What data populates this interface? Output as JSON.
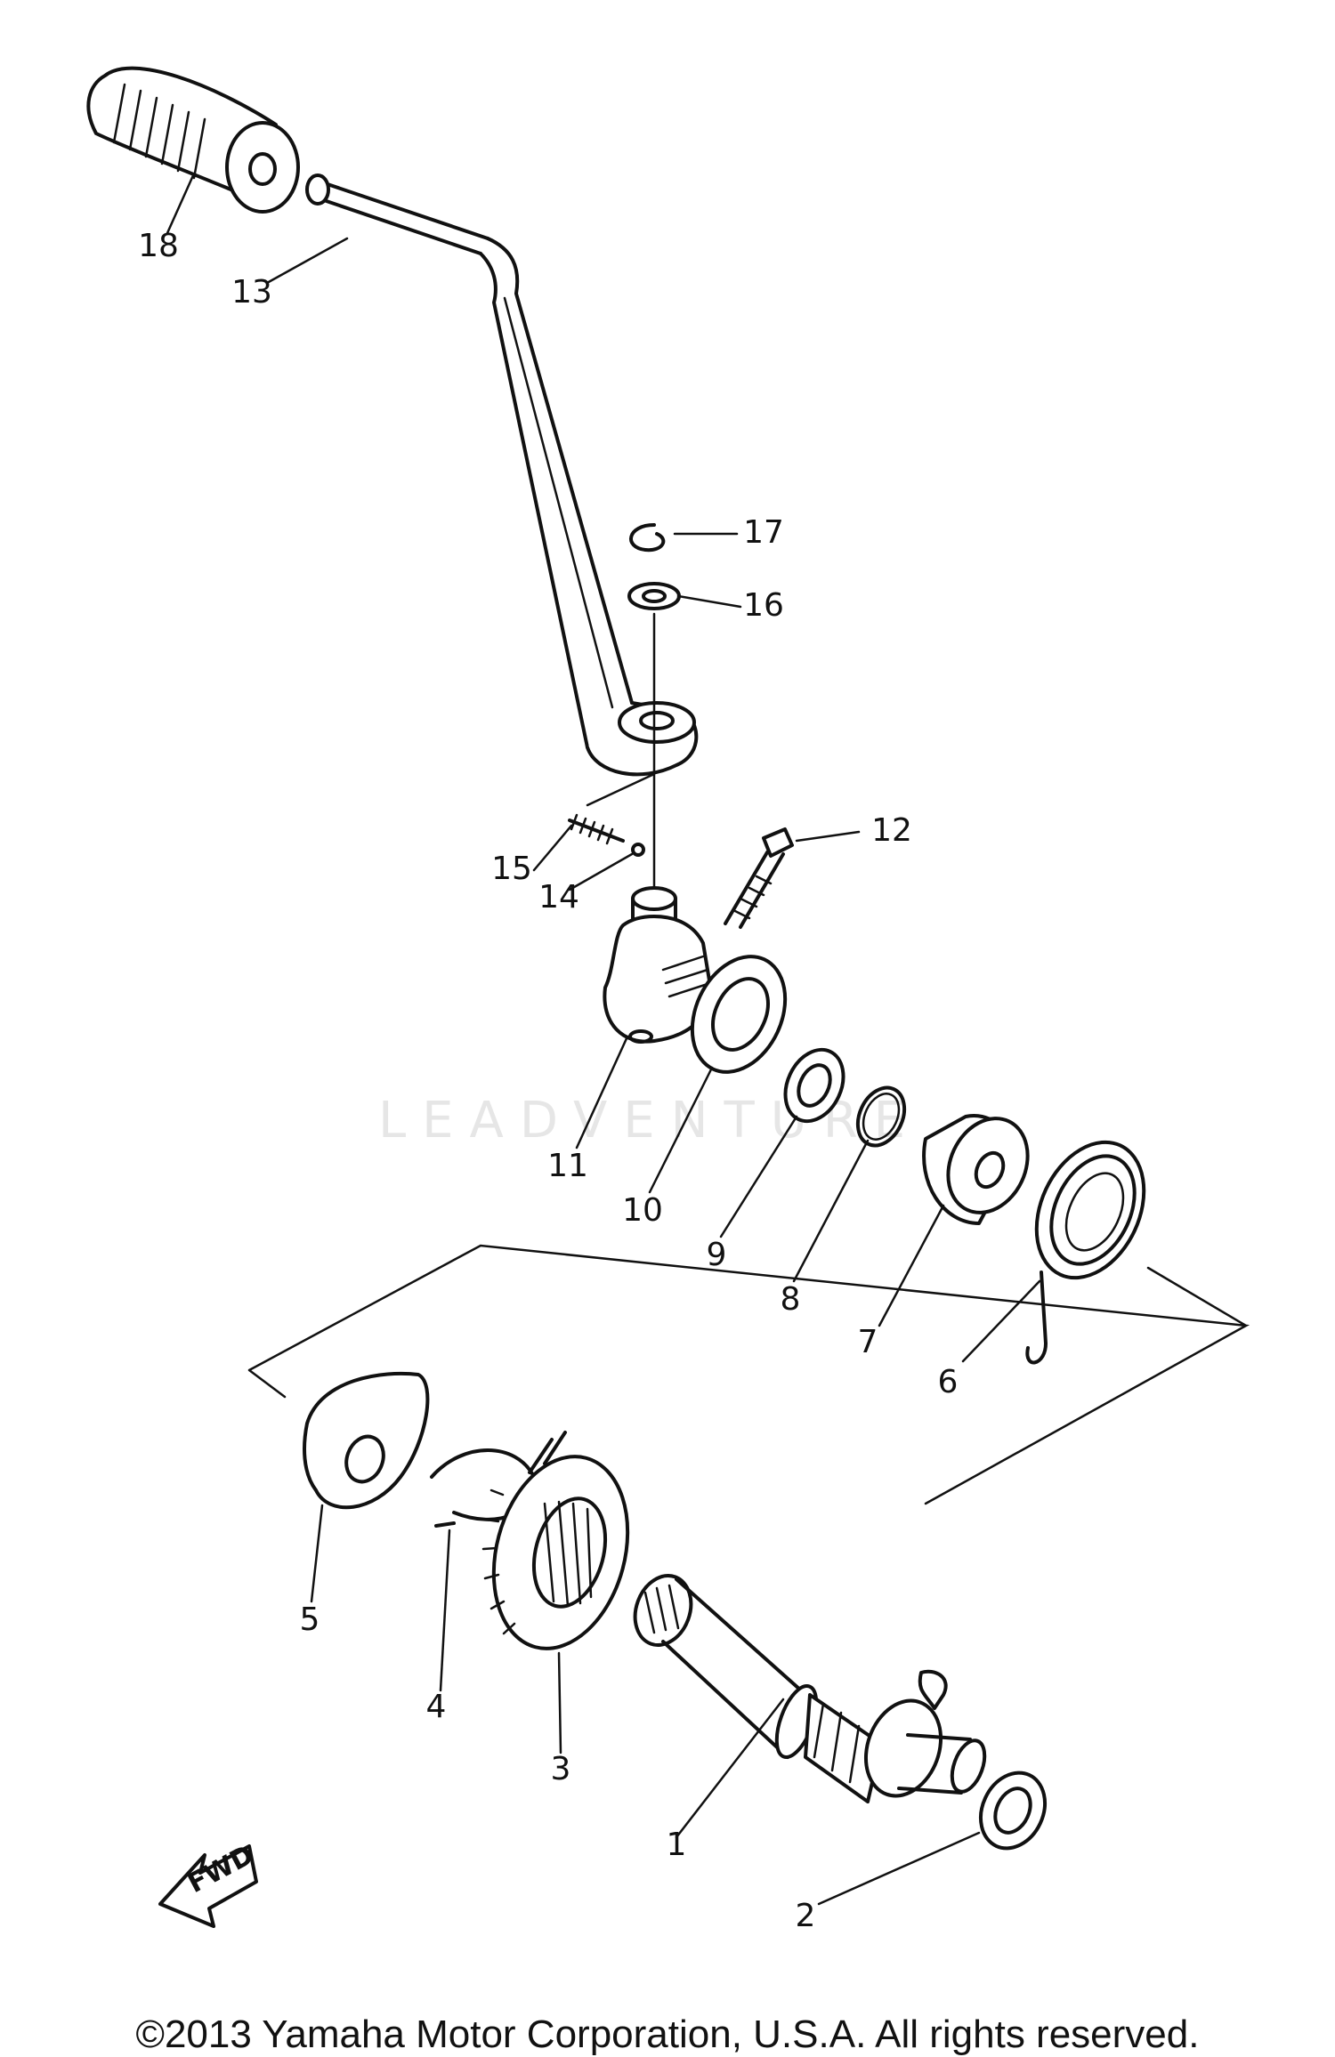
{
  "parts": [
    {
      "number": "1"
    },
    {
      "number": "2"
    },
    {
      "number": "3"
    },
    {
      "number": "4"
    },
    {
      "number": "5"
    },
    {
      "number": "6"
    },
    {
      "number": "7"
    },
    {
      "number": "8"
    },
    {
      "number": "9"
    },
    {
      "number": "10"
    },
    {
      "number": "11"
    },
    {
      "number": "12"
    },
    {
      "number": "13"
    },
    {
      "number": "14"
    },
    {
      "number": "15"
    },
    {
      "number": "16"
    },
    {
      "number": "17"
    },
    {
      "number": "18"
    }
  ],
  "fwd_label": "FWD",
  "watermark": "LEADVENTURE",
  "copyright": "©2013 Yamaha Motor Corporation, U.S.A. All rights reserved.",
  "colors": {
    "ink": "#111111",
    "background": "#ffffff",
    "watermark": "#e6e6e6"
  }
}
